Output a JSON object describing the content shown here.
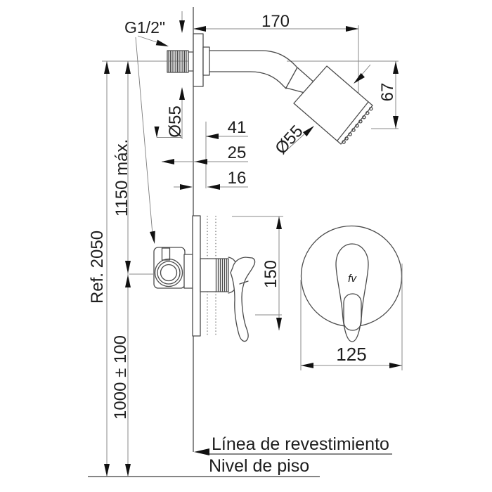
{
  "drawing": {
    "reference": "Ref. 2050",
    "thread_label": "G1/2\"",
    "logo": "fv",
    "dimensions": {
      "arm_reach": "170",
      "head_height": "67",
      "arm_flange_diameter": "Ø55",
      "head_diameter": "Ø55",
      "depth_a": "41",
      "depth_b": "25",
      "depth_c": "16",
      "max_height": "1150 máx.",
      "valve_offset": "150",
      "valve_height": "1000 ± 100",
      "plate_diameter": "125"
    },
    "annotations": {
      "finish_line": "Línea de revestimiento",
      "floor_line": "Nivel de piso"
    },
    "colors": {
      "background": "#ffffff",
      "outline": "#4a4a4a",
      "dimension_line": "#8a8a8a",
      "text": "#1d1d1d",
      "arrow": "#111111"
    }
  }
}
